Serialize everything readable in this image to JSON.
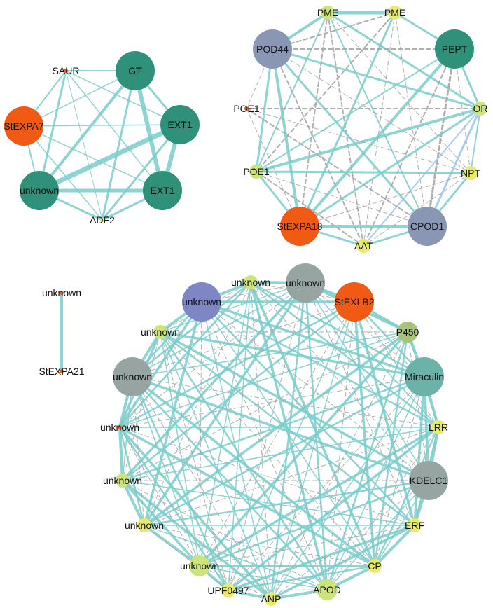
{
  "colors": {
    "teal_node": "#2f9179",
    "orange_node": "#f15a14",
    "slate_node": "#8a97b4",
    "lime_node": "#cde47a",
    "yellow_node": "#e8ea6a",
    "gray_node": "#96a5a2",
    "seafoam_node": "#6bb3a8",
    "periwinkle_node": "#7e86c4",
    "olive_node": "#a9c47a",
    "edge_solid": "#79cccb",
    "edge_blue": "#9ec8ec",
    "edge_dashed": "#a7a7a7"
  },
  "networks": [
    {
      "id": "net1",
      "nodes": [
        {
          "id": "SAUR",
          "label": "SAUR",
          "color": "orange",
          "size": "dot"
        },
        {
          "id": "GT",
          "label": "GT",
          "color": "teal",
          "size": "large"
        },
        {
          "id": "StEXPA7",
          "label": "StEXPA7",
          "color": "orange",
          "size": "large"
        },
        {
          "id": "EXT1a",
          "label": "EXT1",
          "color": "teal",
          "size": "large"
        },
        {
          "id": "unknown1",
          "label": "unknown",
          "color": "teal",
          "size": "large"
        },
        {
          "id": "EXT1b",
          "label": "EXT1",
          "color": "teal",
          "size": "large"
        },
        {
          "id": "ADF2",
          "label": "ADF2",
          "color": "yellow",
          "size": "dot"
        }
      ]
    },
    {
      "id": "net2",
      "nodes": [
        {
          "id": "PME1",
          "label": "PME",
          "color": "lime",
          "size": "small"
        },
        {
          "id": "PME2",
          "label": "PME",
          "color": "yellow",
          "size": "small"
        },
        {
          "id": "POD44",
          "label": "POD44",
          "color": "slate",
          "size": "large"
        },
        {
          "id": "PEPT",
          "label": "PEPT",
          "color": "teal",
          "size": "large"
        },
        {
          "id": "POE1a",
          "label": "POE1",
          "color": "orange",
          "size": "dot"
        },
        {
          "id": "OR",
          "label": "OR",
          "color": "lime",
          "size": "small"
        },
        {
          "id": "POE1b",
          "label": "POE1",
          "color": "lime",
          "size": "small"
        },
        {
          "id": "NPT",
          "label": "NPT",
          "color": "yellow",
          "size": "small"
        },
        {
          "id": "StEXPA18",
          "label": "StEXPA18",
          "color": "orange",
          "size": "large"
        },
        {
          "id": "CPOD1",
          "label": "CPOD1",
          "color": "slate",
          "size": "large"
        },
        {
          "id": "AAT",
          "label": "AAT",
          "color": "yellow",
          "size": "small"
        }
      ]
    },
    {
      "id": "net3",
      "nodes": [
        {
          "id": "unkTop",
          "label": "unknown",
          "color": "orange",
          "size": "dot"
        },
        {
          "id": "StEXPA21",
          "label": "StEXPA21",
          "color": "orange",
          "size": "dot"
        }
      ]
    },
    {
      "id": "net4",
      "nodes": [
        {
          "id": "u1",
          "label": "unknown",
          "color": "lime",
          "size": "small"
        },
        {
          "id": "u2",
          "label": "unknown",
          "color": "gray",
          "size": "large"
        },
        {
          "id": "u3",
          "label": "unknown",
          "color": "periwinkle",
          "size": "large"
        },
        {
          "id": "StEXLB2",
          "label": "StEXLB2",
          "color": "orange",
          "size": "large"
        },
        {
          "id": "u4",
          "label": "unknown",
          "color": "lime",
          "size": "small"
        },
        {
          "id": "P450",
          "label": "P450",
          "color": "olive",
          "size": "medium"
        },
        {
          "id": "u5",
          "label": "unknown",
          "color": "gray",
          "size": "large"
        },
        {
          "id": "Miraculin",
          "label": "Miraculin",
          "color": "seafoam",
          "size": "large"
        },
        {
          "id": "u6",
          "label": "unknown",
          "color": "orange",
          "size": "dot"
        },
        {
          "id": "LRR",
          "label": "LRR",
          "color": "yellow",
          "size": "small"
        },
        {
          "id": "u7",
          "label": "unknown",
          "color": "lime",
          "size": "small"
        },
        {
          "id": "KDELC1",
          "label": "KDELC1",
          "color": "gray",
          "size": "large"
        },
        {
          "id": "u8",
          "label": "unknown",
          "color": "yellow",
          "size": "small"
        },
        {
          "id": "ERF",
          "label": "ERF",
          "color": "yellow",
          "size": "small"
        },
        {
          "id": "u9",
          "label": "unknown",
          "color": "lime",
          "size": "medium"
        },
        {
          "id": "CP",
          "label": "CP",
          "color": "yellow",
          "size": "small"
        },
        {
          "id": "UPF0497",
          "label": "UPF0497",
          "color": "yellow",
          "size": "small"
        },
        {
          "id": "ANP",
          "label": "ANP",
          "color": "yellow",
          "size": "small"
        },
        {
          "id": "APOD",
          "label": "APOD",
          "color": "lime",
          "size": "medium"
        }
      ]
    }
  ]
}
